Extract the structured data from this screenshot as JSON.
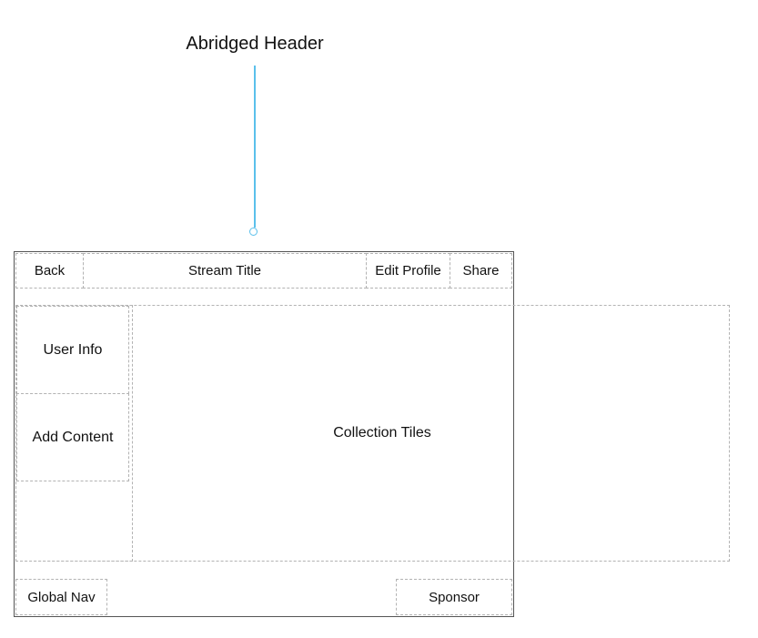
{
  "callout": {
    "title": "Abridged Header",
    "color": "#5bc0eb"
  },
  "header": {
    "back_label": "Back",
    "title_label": "Stream Title",
    "edit_profile_label": "Edit Profile",
    "share_label": "Share"
  },
  "sidebar": {
    "user_info_label": "User Info",
    "add_content_label": "Add Content"
  },
  "main": {
    "tiles_label": "Collection Tiles"
  },
  "footer": {
    "global_nav_label": "Global Nav",
    "sponsor_label": "Sponsor"
  },
  "colors": {
    "frame": "#555555",
    "dashed_border": "#b3b3b3"
  }
}
